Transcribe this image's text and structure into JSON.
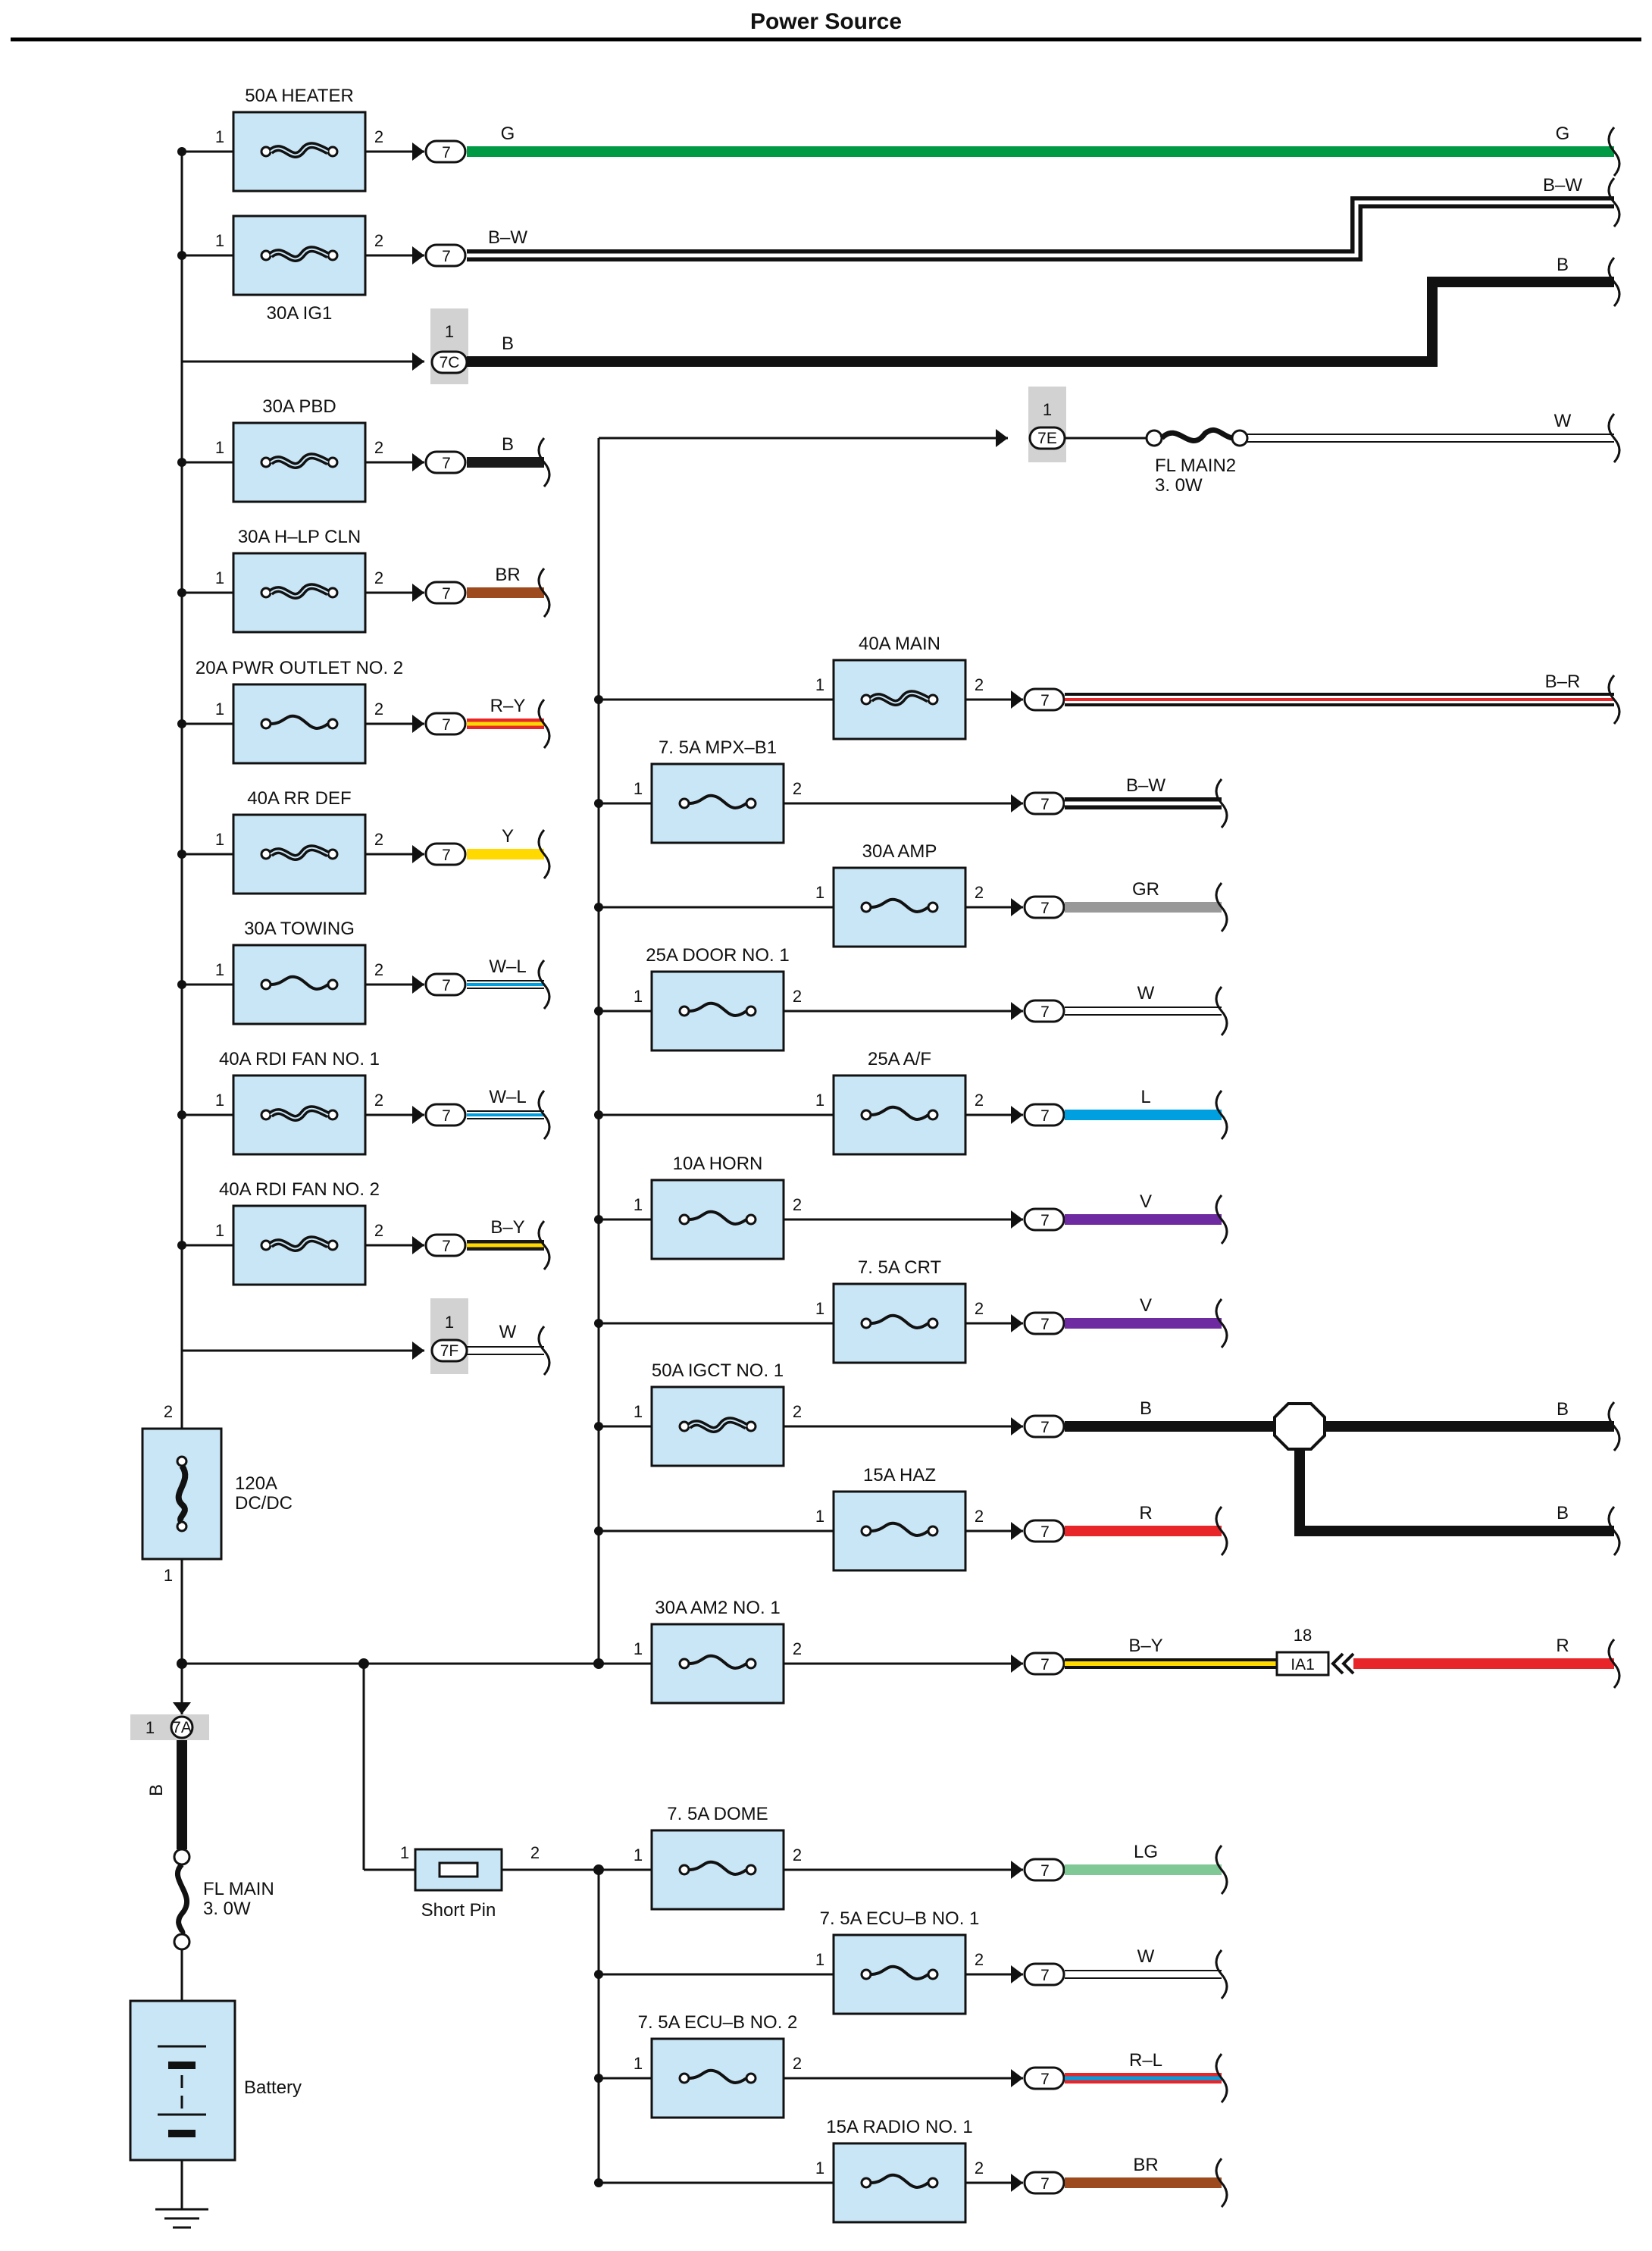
{
  "title": "Power Source",
  "colors": {
    "G": "#009a44",
    "B": "#1a1a1a",
    "W": "#ffffff",
    "BR": "#9c4a1e",
    "R": "#e8262a",
    "Y": "#ffd900",
    "L": "#00a0e0",
    "V": "#6e2aa0",
    "GR": "#999999",
    "LG": "#80c896",
    "fuse_fill": "#c9e6f6",
    "conn_shade": "#d2d2d2"
  },
  "left_fuses": [
    {
      "label": "50A HEATER",
      "heavy": true,
      "pin_in": "1",
      "pin_out": "2",
      "connector": "7",
      "wire": "G",
      "wire_style": "solid-G",
      "wire_end": "far"
    },
    {
      "label": "30A IG1",
      "heavy": true,
      "pin_in": "1",
      "pin_out": "2",
      "connector": "7",
      "wire": "B–W",
      "wire_style": "stripe-B-W",
      "wire_end": "far"
    },
    {
      "label": "30A PBD",
      "heavy": true,
      "pin_in": "1",
      "pin_out": "2",
      "connector": "7",
      "wire": "B",
      "wire_style": "solid-B",
      "wire_end": "short"
    },
    {
      "label": "30A H–LP CLN",
      "heavy": true,
      "pin_in": "1",
      "pin_out": "2",
      "connector": "7",
      "wire": "BR",
      "wire_style": "solid-BR",
      "wire_end": "short"
    },
    {
      "label": "20A PWR OUTLET NO. 2",
      "heavy": false,
      "pin_in": "1",
      "pin_out": "2",
      "connector": "7",
      "wire": "R–Y",
      "wire_style": "stripe-R-Y",
      "wire_end": "short"
    },
    {
      "label": "40A RR DEF",
      "heavy": true,
      "pin_in": "1",
      "pin_out": "2",
      "connector": "7",
      "wire": "Y",
      "wire_style": "solid-Y",
      "wire_end": "short"
    },
    {
      "label": "30A TOWING",
      "heavy": false,
      "pin_in": "1",
      "pin_out": "2",
      "connector": "7",
      "wire": "W–L",
      "wire_style": "stripe-W-L",
      "wire_end": "short"
    },
    {
      "label": "40A RDI FAN NO. 1",
      "heavy": true,
      "pin_in": "1",
      "pin_out": "2",
      "connector": "7",
      "wire": "W–L",
      "wire_style": "stripe-W-L",
      "wire_end": "short"
    },
    {
      "label": "40A RDI FAN NO. 2",
      "heavy": true,
      "pin_in": "1",
      "pin_out": "2",
      "connector": "7",
      "wire": "B–Y",
      "wire_style": "stripe-B-Y",
      "wire_end": "short"
    }
  ],
  "direct_connectors": [
    {
      "pin": "1",
      "connector": "7C",
      "wire": "B"
    },
    {
      "pin": "1",
      "connector": "7F",
      "wire": "W"
    },
    {
      "pin": "1",
      "connector": "7E",
      "wire": "W"
    },
    {
      "pin": "1",
      "connector": "7A",
      "wire": "B"
    }
  ],
  "fl_main2": {
    "label": "FL MAIN2",
    "rating": "3. 0W"
  },
  "right_fuses": [
    {
      "label": "40A MAIN",
      "heavy": true,
      "pin_in": "1",
      "pin_out": "2",
      "connector": "7",
      "wire": "B–R"
    },
    {
      "label": "7. 5A MPX–B1",
      "heavy": false,
      "pin_in": "1",
      "pin_out": "2",
      "connector": "7",
      "wire": "B–W"
    },
    {
      "label": "30A AMP",
      "heavy": false,
      "pin_in": "1",
      "pin_out": "2",
      "connector": "7",
      "wire": "GR"
    },
    {
      "label": "25A DOOR NO. 1",
      "heavy": false,
      "pin_in": "1",
      "pin_out": "2",
      "connector": "7",
      "wire": "W"
    },
    {
      "label": "25A A/F",
      "heavy": false,
      "pin_in": "1",
      "pin_out": "2",
      "connector": "7",
      "wire": "L"
    },
    {
      "label": "10A HORN",
      "heavy": false,
      "pin_in": "1",
      "pin_out": "2",
      "connector": "7",
      "wire": "V"
    },
    {
      "label": "7. 5A CRT",
      "heavy": false,
      "pin_in": "1",
      "pin_out": "2",
      "connector": "7",
      "wire": "V"
    },
    {
      "label": "50A IGCT NO. 1",
      "heavy": true,
      "pin_in": "1",
      "pin_out": "2",
      "connector": "7",
      "wire": "B"
    },
    {
      "label": "15A HAZ",
      "heavy": false,
      "pin_in": "1",
      "pin_out": "2",
      "connector": "7",
      "wire": "R"
    },
    {
      "label": "30A AM2 NO. 1",
      "heavy": false,
      "pin_in": "1",
      "pin_out": "2",
      "connector": "7",
      "wire": "B–Y"
    },
    {
      "label": "7. 5A DOME",
      "heavy": false,
      "pin_in": "1",
      "pin_out": "2",
      "connector": "7",
      "wire": "LG"
    },
    {
      "label": "7. 5A ECU–B NO. 1",
      "heavy": false,
      "pin_in": "1",
      "pin_out": "2",
      "connector": "7",
      "wire": "W"
    },
    {
      "label": "7. 5A ECU–B NO. 2",
      "heavy": false,
      "pin_in": "1",
      "pin_out": "2",
      "connector": "7",
      "wire": "R–L"
    },
    {
      "label": "15A RADIO NO. 1",
      "heavy": false,
      "pin_in": "1",
      "pin_out": "2",
      "connector": "7",
      "wire": "BR"
    }
  ],
  "main_fuse": {
    "label": "120A",
    "label2": "DC/DC",
    "pin_top": "2",
    "pin_bottom": "1"
  },
  "fl_main": {
    "label": "FL MAIN",
    "rating": "3. 0W"
  },
  "short_pin": {
    "label": "Short Pin",
    "pin_in": "1",
    "pin_out": "2"
  },
  "battery": {
    "label": "Battery"
  },
  "ia1": {
    "pin": "18",
    "connector": "IA1"
  },
  "far_labels": [
    "G",
    "B–W",
    "B",
    "W",
    "B–R",
    "B",
    "B",
    "R"
  ]
}
